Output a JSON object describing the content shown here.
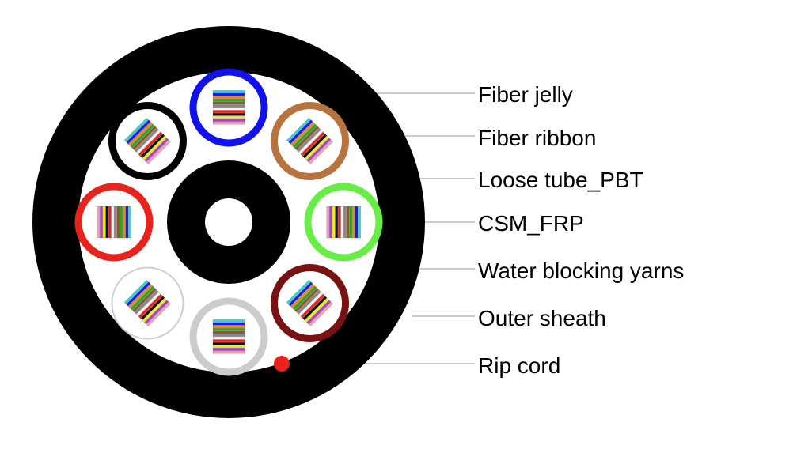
{
  "labels": [
    {
      "id": "fiber-jelly",
      "text": "Fiber jelly"
    },
    {
      "id": "fiber-ribbon",
      "text": "Fiber ribbon"
    },
    {
      "id": "loose-tube-pbt",
      "text": "Loose tube_PBT"
    },
    {
      "id": "csm-frp",
      "text": "CSM_FRP"
    },
    {
      "id": "water-blocking-yarns",
      "text": "Water blocking yarns"
    },
    {
      "id": "outer-sheath",
      "text": "Outer sheath"
    },
    {
      "id": "rip-cord",
      "text": "Rip cord"
    }
  ],
  "colors": {
    "sheath": "#000000",
    "filler": "#ffffff",
    "rip_cord": "#e8231b",
    "leader": "#9a9a9a"
  },
  "loose_tubes": [
    {
      "color": "#1111ee",
      "ribbon": "horizontal"
    },
    {
      "color": "#b8733e",
      "ribbon": "diagonal"
    },
    {
      "color": "#66ee44",
      "ribbon": "vertical"
    },
    {
      "color": "#7a1212",
      "ribbon": "diagonal"
    },
    {
      "color": "#cccccc",
      "ribbon": "horizontal"
    },
    {
      "color": "#e6e6e6",
      "ribbon": "diagonal"
    },
    {
      "color": "#e8231b",
      "ribbon": "vertical"
    },
    {
      "color": "#000000",
      "ribbon": "diagonal"
    }
  ],
  "fiber_colors": [
    "#3ad0d0",
    "#1a1aee",
    "#e88822",
    "#22aa22",
    "#8a5a2a",
    "#888888",
    "#f6f6f6",
    "#ee2222",
    "#111111",
    "#eeee22",
    "#aa44cc",
    "#f4a0b4"
  ]
}
